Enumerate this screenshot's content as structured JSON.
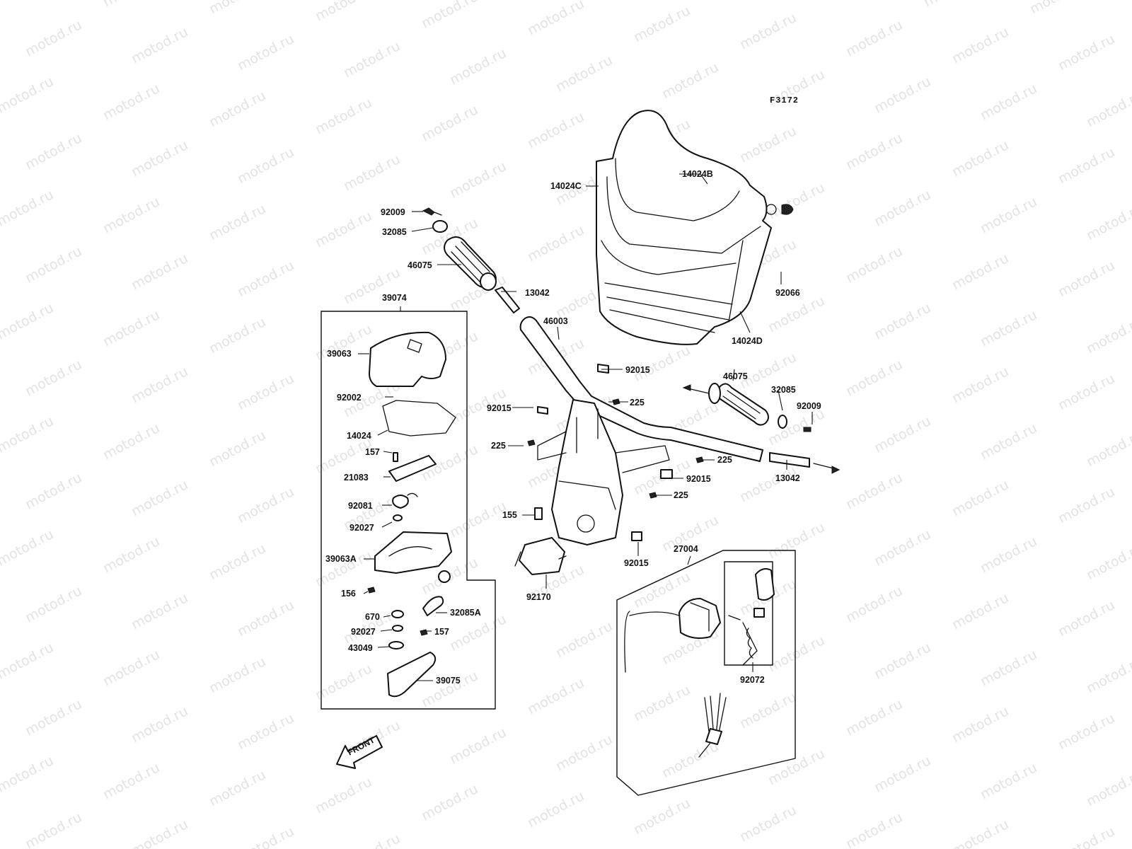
{
  "diagram": {
    "code": "F3172",
    "front_label": "FRONT",
    "watermark_text": "motod.ru",
    "labels": {
      "p92009_top": "92009",
      "p32085_top": "32085",
      "p46075_top": "46075",
      "p13042_top": "13042",
      "p14024B": "14024B",
      "p14024C": "14024C",
      "p92066": "92066",
      "p14024D": "14024D",
      "p46003": "46003",
      "p92015_a": "92015",
      "p225_a": "225",
      "p92015_b": "92015",
      "p225_b": "225",
      "p46075_right": "46075",
      "p32085_right": "32085",
      "p92009_right": "92009",
      "p225_c": "225",
      "p92015_c": "92015",
      "p13042_right": "13042",
      "p225_d": "225",
      "p155": "155",
      "p92015_d": "92015",
      "p92170": "92170",
      "p27004": "27004",
      "p92072": "92072",
      "p39074": "39074",
      "p39063": "39063",
      "p92002": "92002",
      "p14024": "14024",
      "p157_top": "157",
      "p21083": "21083",
      "p92081": "92081",
      "p92027_top": "92027",
      "p39063A": "39063A",
      "p156": "156",
      "p670": "670",
      "p32085A": "32085A",
      "p92027_bottom": "92027",
      "p157_bottom": "157",
      "p43049": "43049",
      "p39075": "39075"
    }
  }
}
